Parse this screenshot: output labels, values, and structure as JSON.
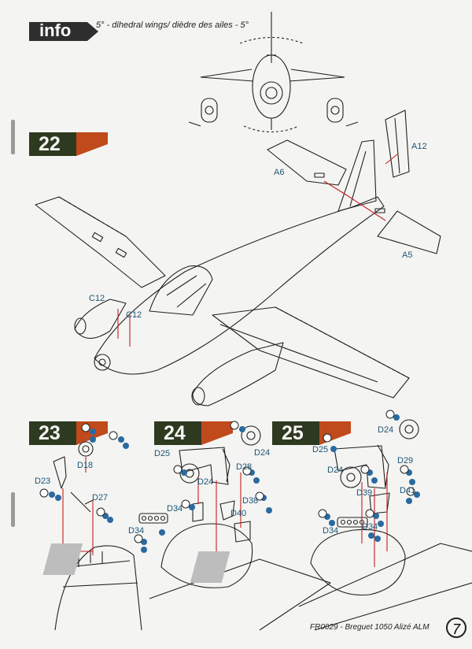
{
  "header": {
    "info_label": "info",
    "info_note": "5° - dihedral wings/ dièdre des ailes - 5°"
  },
  "steps": [
    {
      "number": "22"
    },
    {
      "number": "23"
    },
    {
      "number": "24"
    },
    {
      "number": "25"
    }
  ],
  "labels": {
    "step22": [
      "A12",
      "A6",
      "A5",
      "C12",
      "C12"
    ],
    "step23": [
      "D18",
      "D23",
      "D27"
    ],
    "step24": [
      "D25",
      "D24",
      "D24",
      "D28",
      "D38",
      "D34",
      "D34",
      "D40"
    ],
    "step25": [
      "D24",
      "D25",
      "D24",
      "D29",
      "D39",
      "D41",
      "D34",
      "D34"
    ]
  },
  "footer": {
    "title": "FR0029 - Breguet 1050 Alizé ALM",
    "page": "7"
  },
  "colors": {
    "step_bar": "#2e3a20",
    "step_accent": "#c04a1c",
    "label_blue": "#1c5576",
    "leader_red": "#c41e1e",
    "glue_blue": "#2a6aa0"
  }
}
